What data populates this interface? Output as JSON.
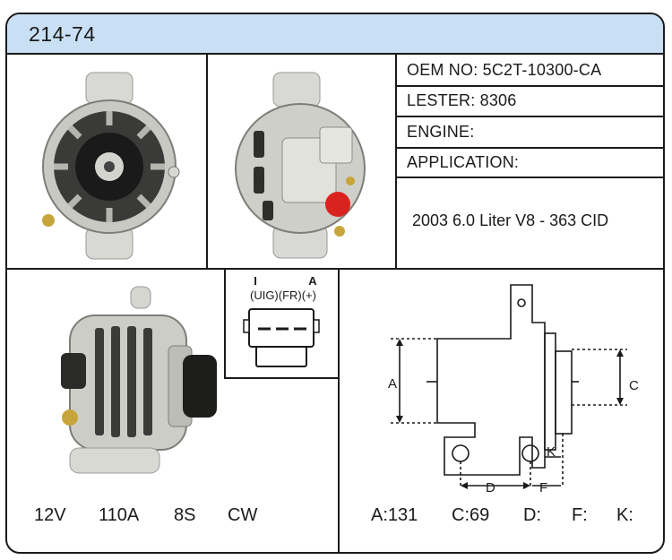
{
  "header": {
    "part_code": "214-74"
  },
  "info": {
    "oem": "OEM NO: 5C2T-10300-CA",
    "lester": "LESTER: 8306",
    "engine": "ENGINE:",
    "application": "APPLICATION:",
    "application_value": "2003 6.0 Liter V8 - 363 CID"
  },
  "plug": {
    "terminal_i": "I",
    "terminal_a": "A",
    "terminal_labels": "(UIG)(FR)(+)"
  },
  "specs_left": {
    "voltage": "12V",
    "amperage": "110A",
    "pulley": "8S",
    "rotation": "CW"
  },
  "specs_right": {
    "a": "A:131",
    "c": "C:69",
    "d": "D:",
    "f": "F:",
    "k": "K:"
  },
  "diagram_labels": {
    "a": "A",
    "c": "C",
    "d": "D",
    "f": "F",
    "k": "K"
  }
}
